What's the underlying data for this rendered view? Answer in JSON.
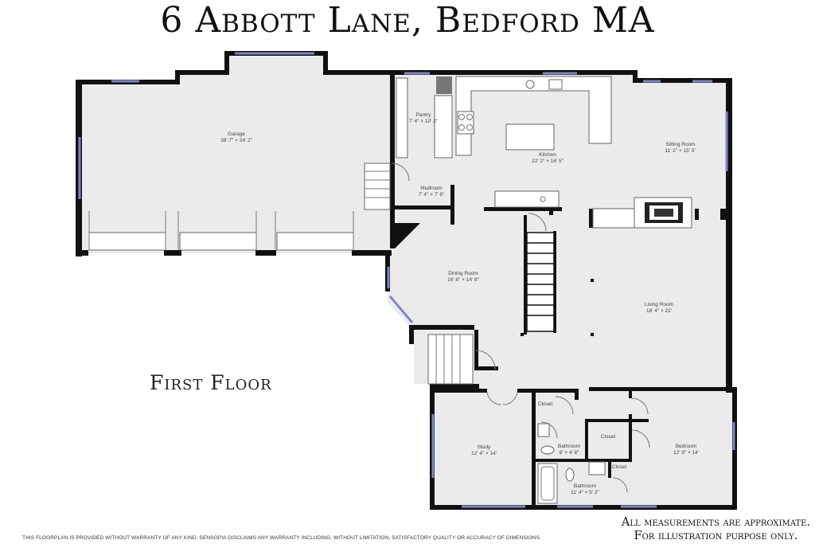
{
  "title": "6 Abbott Lane, Bedford MA",
  "floor_label": "First Floor",
  "disclaimer": "THIS FLOORPLAN IS PROVIDED WITHOUT WARRANTY OF ANY KIND. SENSOPIA DISCLAIMS ANY WARRANTY INCLUDING, WITHOUT LIMITATION, SATISFACTORY QUALITY OR ACCURACY OF DIMENSIONS.",
  "approx_note": [
    "All measurements are approximate.",
    "For illustration purpose only."
  ],
  "colors": {
    "wall": "#111111",
    "floor": "#ebebeb",
    "window": "#7f86c8"
  },
  "rooms": [
    {
      "name": "Garage",
      "dims": "38' 7\" × 24' 2\""
    },
    {
      "name": "Pantry",
      "dims": "7' 4\" × 10' 2\""
    },
    {
      "name": "Mudroom",
      "dims": "7' 4\" × 7' 6\""
    },
    {
      "name": "Kitchen",
      "dims": "22' 2\" × 16' 5\""
    },
    {
      "name": "Sitting Room",
      "dims": "11' 2\" × 15' 5\""
    },
    {
      "name": "Dining Room",
      "dims": "16' 8\" × 14' 8\""
    },
    {
      "name": "Living Room",
      "dims": "16' 4\" × 22'"
    },
    {
      "name": "Study",
      "dims": "12' 4\" × 14'"
    },
    {
      "name": "Closet",
      "dims": ""
    },
    {
      "name": "Bathroom",
      "dims": "6' × 4' 8\""
    },
    {
      "name": "Closet",
      "dims": ""
    },
    {
      "name": "Bathroom",
      "dims": "11' 4\" × 5' 2\""
    },
    {
      "name": "Closet",
      "dims": ""
    },
    {
      "name": "Bedroom",
      "dims": "12' 9\" × 14'"
    }
  ]
}
